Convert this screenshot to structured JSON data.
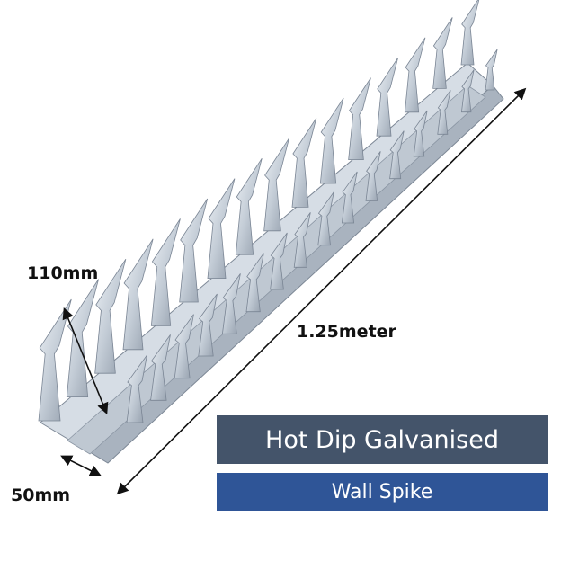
{
  "product": {
    "title": "Hot Dip Galvanised",
    "subtitle": "Wall Spike"
  },
  "dimensions": {
    "height_label": "110mm",
    "length_label": "1.25meter",
    "width_label": "50mm"
  },
  "colors": {
    "title_banner": "#44546a",
    "subtitle_banner": "#2f5597",
    "metal": "#c9d2dc",
    "metal_dark": "#8d98a6"
  }
}
